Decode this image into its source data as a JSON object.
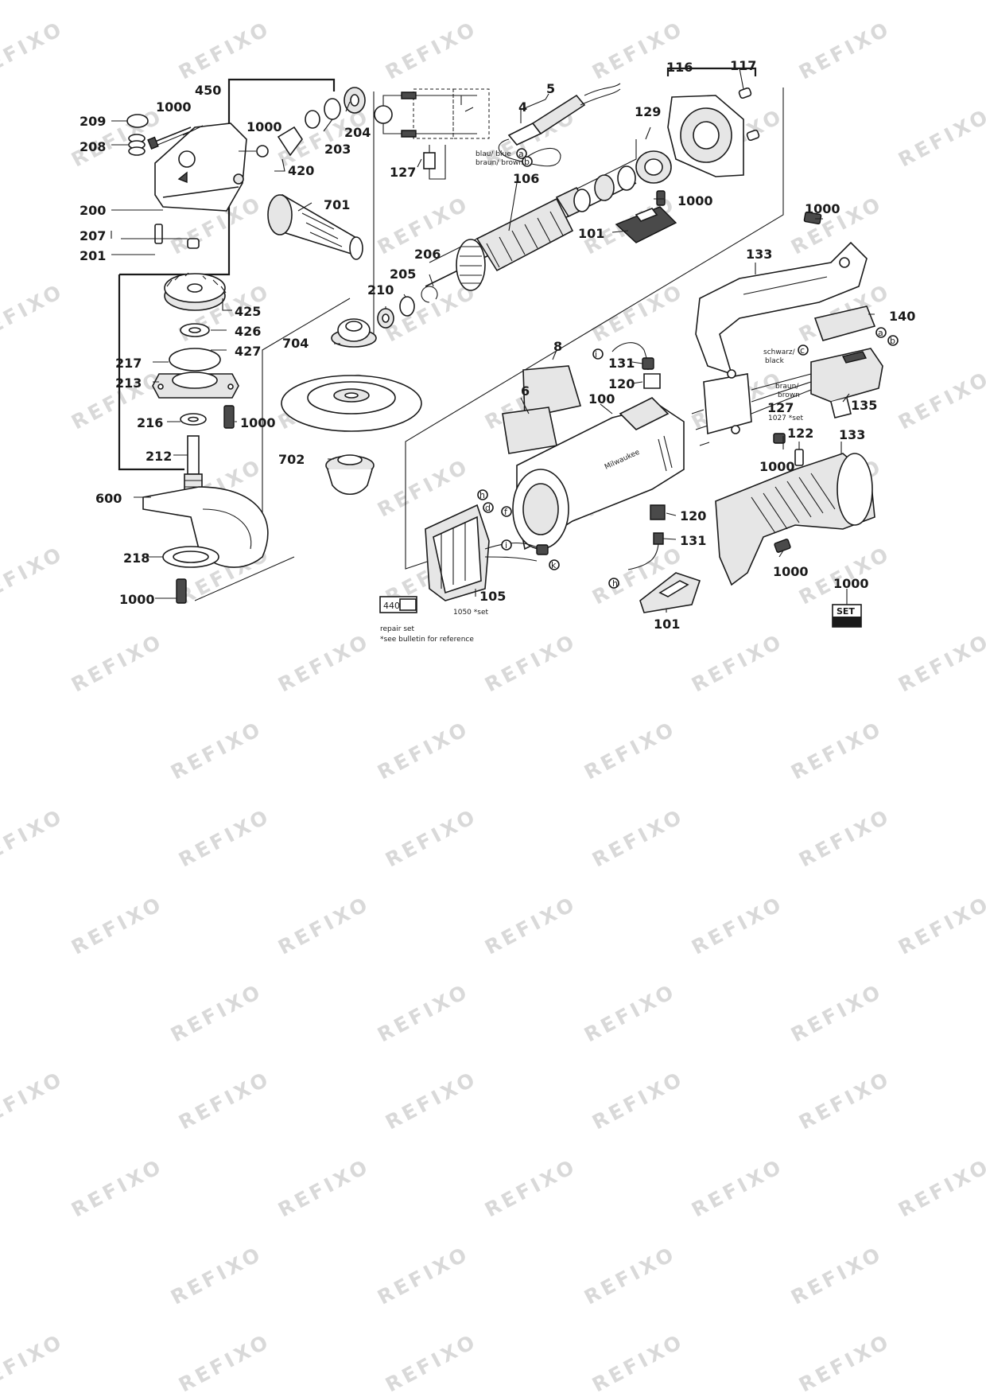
{
  "watermark": "REFIXO",
  "callouts": [
    {
      "id": "c450",
      "text": "450"
    },
    {
      "id": "c209",
      "text": "209"
    },
    {
      "id": "c1000a",
      "text": "1000"
    },
    {
      "id": "c208",
      "text": "208"
    },
    {
      "id": "c1000b",
      "text": "1000"
    },
    {
      "id": "c203",
      "text": "203"
    },
    {
      "id": "c204",
      "text": "204"
    },
    {
      "id": "c420",
      "text": "420"
    },
    {
      "id": "c701",
      "text": "701"
    },
    {
      "id": "c200",
      "text": "200"
    },
    {
      "id": "c207",
      "text": "207"
    },
    {
      "id": "c201",
      "text": "201"
    },
    {
      "id": "c425",
      "text": "425"
    },
    {
      "id": "c426",
      "text": "426"
    },
    {
      "id": "c427",
      "text": "427"
    },
    {
      "id": "c217",
      "text": "217"
    },
    {
      "id": "c213",
      "text": "213"
    },
    {
      "id": "c216",
      "text": "216"
    },
    {
      "id": "c1000c",
      "text": "1000"
    },
    {
      "id": "c212",
      "text": "212"
    },
    {
      "id": "c600",
      "text": "600"
    },
    {
      "id": "c218",
      "text": "218"
    },
    {
      "id": "c1000d",
      "text": "1000"
    },
    {
      "id": "c127a",
      "text": "127"
    },
    {
      "id": "c4",
      "text": "4"
    },
    {
      "id": "c5",
      "text": "5"
    },
    {
      "id": "c106",
      "text": "106"
    },
    {
      "id": "c116",
      "text": "116"
    },
    {
      "id": "c117",
      "text": "117"
    },
    {
      "id": "c129",
      "text": "129"
    },
    {
      "id": "c1000e",
      "text": "1000"
    },
    {
      "id": "c101a",
      "text": "101"
    },
    {
      "id": "c206",
      "text": "206"
    },
    {
      "id": "c205",
      "text": "205"
    },
    {
      "id": "c210",
      "text": "210"
    },
    {
      "id": "c704",
      "text": "704"
    },
    {
      "id": "c702",
      "text": "702"
    },
    {
      "id": "c8",
      "text": "8"
    },
    {
      "id": "c131a",
      "text": "131"
    },
    {
      "id": "c120a",
      "text": "120"
    },
    {
      "id": "c6",
      "text": "6"
    },
    {
      "id": "c100",
      "text": "100"
    },
    {
      "id": "c1000f",
      "text": "1000"
    },
    {
      "id": "c133a",
      "text": "133"
    },
    {
      "id": "c140",
      "text": "140"
    },
    {
      "id": "c135",
      "text": "135"
    },
    {
      "id": "c127b",
      "text": "127"
    },
    {
      "id": "c122",
      "text": "122"
    },
    {
      "id": "c133b",
      "text": "133"
    },
    {
      "id": "c1000g",
      "text": "1000"
    },
    {
      "id": "c120b",
      "text": "120"
    },
    {
      "id": "c131b",
      "text": "131"
    },
    {
      "id": "c1000h",
      "text": "1000"
    },
    {
      "id": "c101b",
      "text": "101"
    },
    {
      "id": "c1000i",
      "text": "1000"
    },
    {
      "id": "c105",
      "text": "105"
    }
  ],
  "wire_labels": {
    "blau_blue": "blau/ blue",
    "braun_brown": "braun/ brown",
    "schwarz": "schwarz/",
    "black": "black",
    "braun2": "braun/",
    "brown2": "brown"
  },
  "connector_letters": [
    "a",
    "b",
    "h",
    "d",
    "f",
    "i",
    "k",
    "c",
    "i",
    "h",
    "a",
    "b"
  ],
  "set_notes": {
    "n1027": "1027 *set",
    "n1050": "1050 *set",
    "repair_code": "440",
    "repair_set": "repair set",
    "bulletin": "*see bulletin for reference",
    "set_box": "SET"
  }
}
